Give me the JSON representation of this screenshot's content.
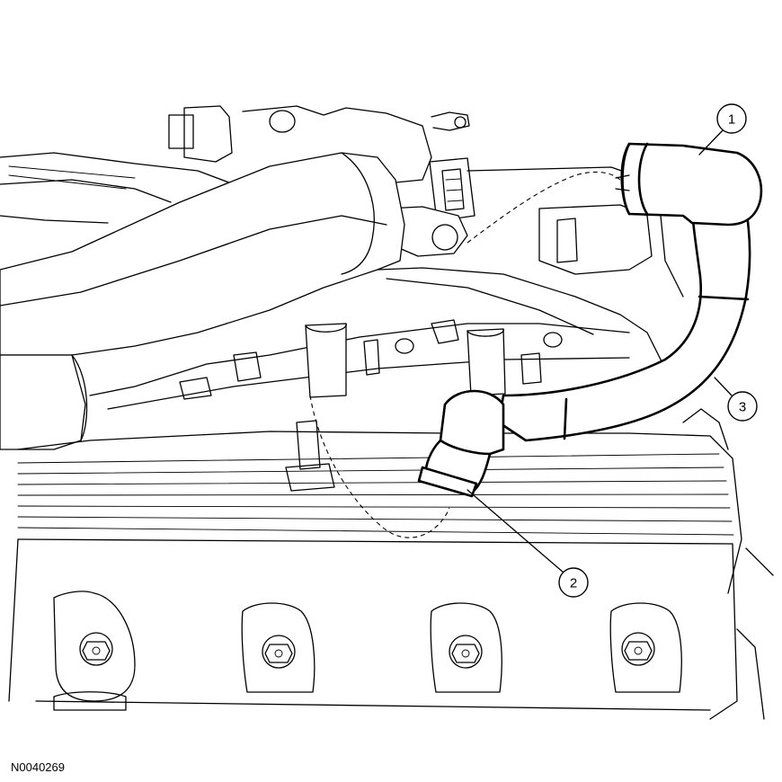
{
  "figure": {
    "id_label": "N0040269"
  },
  "callouts": [
    {
      "number": "1",
      "part": "pcv-hose-upper-end"
    },
    {
      "number": "2",
      "part": "pcv-hose-lower-end"
    },
    {
      "number": "3",
      "part": "pcv-hose"
    }
  ]
}
